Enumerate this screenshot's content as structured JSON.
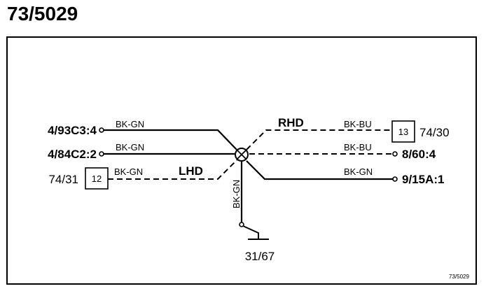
{
  "title": "73/5029",
  "terminals": {
    "left_top": "4/93C3:4",
    "left_mid": "4/84C2:2",
    "left_bottom": "74/31",
    "right_top": "74/30",
    "right_mid": "8/60:4",
    "right_bottom": "9/15A:1",
    "ground": "31/67"
  },
  "connectors": {
    "left_box": "12",
    "right_box": "13"
  },
  "wire_labels": {
    "top_left": "BK-GN",
    "mid_left": "BK-GN",
    "bottom_left": "BK-GN",
    "top_right": "BK-BU",
    "mid_right": "BK-BU",
    "bottom_right": "BK-GN",
    "vertical": "BK-GN"
  },
  "variants": {
    "rhd": "RHD",
    "lhd": "LHD"
  },
  "footer_ref": "73/5029"
}
